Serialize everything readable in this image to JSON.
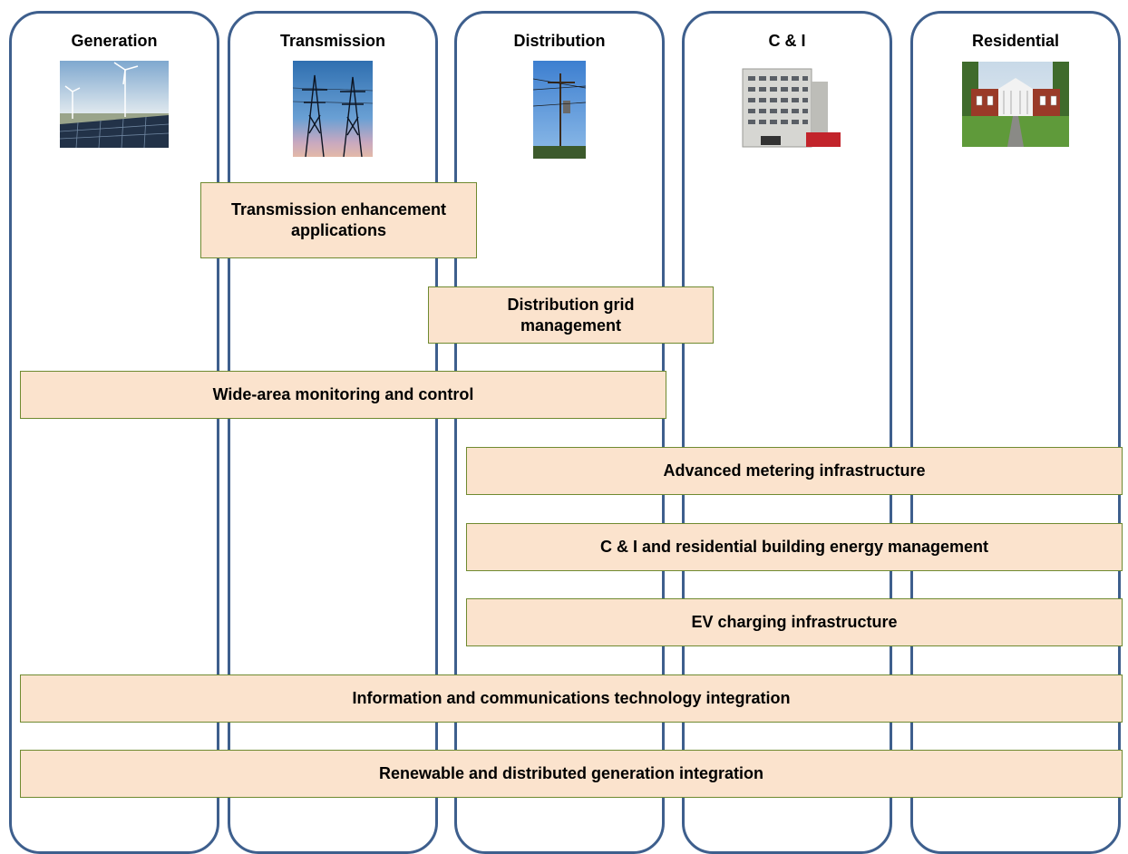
{
  "lanes": [
    {
      "title": "Generation",
      "image": "solar-wind-photo"
    },
    {
      "title": "Transmission",
      "image": "transmission-towers-photo"
    },
    {
      "title": "Distribution",
      "image": "utility-pole-photo"
    },
    {
      "title": "C & I",
      "image": "office-building-photo"
    },
    {
      "title": "Residential",
      "image": "house-photo"
    }
  ],
  "boxes": {
    "transmission_enhancement": "Transmission enhancement applications",
    "distribution_grid": "Distribution grid management",
    "wide_area": "Wide-area monitoring and control",
    "ami": "Advanced metering infrastructure",
    "building_energy": "C & I and residential building energy management",
    "ev_charging": "EV charging infrastructure",
    "ict": "Information and communications technology integration",
    "renewable": "Renewable and distributed generation integration"
  },
  "colors": {
    "lane_border": "#3e5f8d",
    "box_fill": "#fbe3cd",
    "box_border": "#6f8a30"
  }
}
